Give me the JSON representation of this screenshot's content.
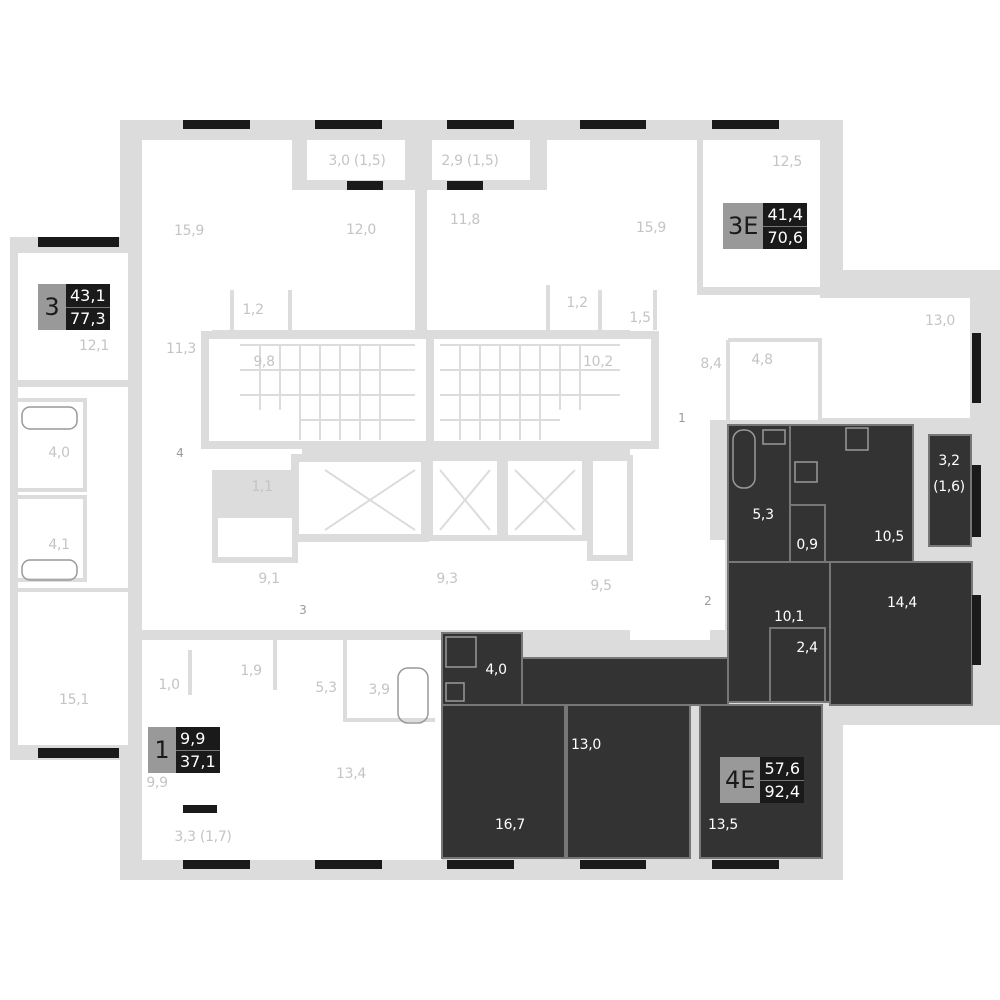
{
  "plan": {
    "colors": {
      "wall": "#dcdcdc",
      "dark_apartment": "#333333",
      "window": "#1a1a1a",
      "label": "#c4c4c4"
    },
    "apartments": [
      {
        "type": "3",
        "living_area": "43,1",
        "total_area": "77,3"
      },
      {
        "type": "3E",
        "living_area": "41,4",
        "total_area": "70,6"
      },
      {
        "type": "1",
        "living_area": "9,9",
        "total_area": "37,1"
      },
      {
        "type": "4E",
        "living_area": "57,6",
        "total_area": "92,4"
      }
    ],
    "sections": [
      "4",
      "1",
      "3",
      "2"
    ],
    "room_labels": [
      "15,9",
      "3,0 (1,5)",
      "2,9 (1,5)",
      "12,0",
      "11,8",
      "15,9",
      "12,5",
      "1,2",
      "1,2",
      "1,5",
      "12,1",
      "11,3",
      "9,8",
      "10,2",
      "8,4",
      "4,8",
      "13,0",
      "4,0",
      "1,1",
      "4,1",
      "9,1",
      "9,3",
      "9,5",
      "1,9",
      "1,0",
      "5,3",
      "3,9",
      "15,1",
      "9,9",
      "13,4",
      "3,3 (1,7)"
    ],
    "highlight_labels": [
      "5,3",
      "0,9",
      "10,5",
      "3,2",
      "(1,6)",
      "14,4",
      "10,1",
      "2,4",
      "4,0",
      "13,0",
      "16,7",
      "13,5"
    ]
  }
}
